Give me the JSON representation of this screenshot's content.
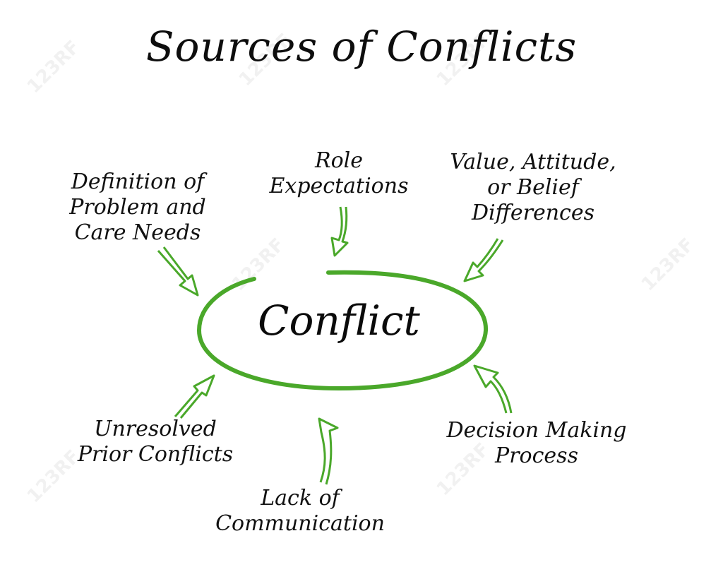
{
  "title": "Sources of Conflicts",
  "center": {
    "label": "Conflict",
    "ellipse_color": "#4aa82a"
  },
  "arrow_color": "#4aa82a",
  "sources": [
    {
      "id": "definition",
      "lines": [
        "Definition of",
        "Problem and",
        "Care Needs"
      ]
    },
    {
      "id": "role",
      "lines": [
        "Role",
        "Expectations"
      ]
    },
    {
      "id": "values",
      "lines": [
        "Value, Attitude,",
        "or Belief",
        "Differences"
      ]
    },
    {
      "id": "unresolved",
      "lines": [
        "Unresolved",
        "Prior Conflicts"
      ]
    },
    {
      "id": "communication",
      "lines": [
        "Lack of",
        "Communication"
      ]
    },
    {
      "id": "decision",
      "lines": [
        "Decision Making",
        "Process"
      ]
    }
  ],
  "watermark": "123RF"
}
